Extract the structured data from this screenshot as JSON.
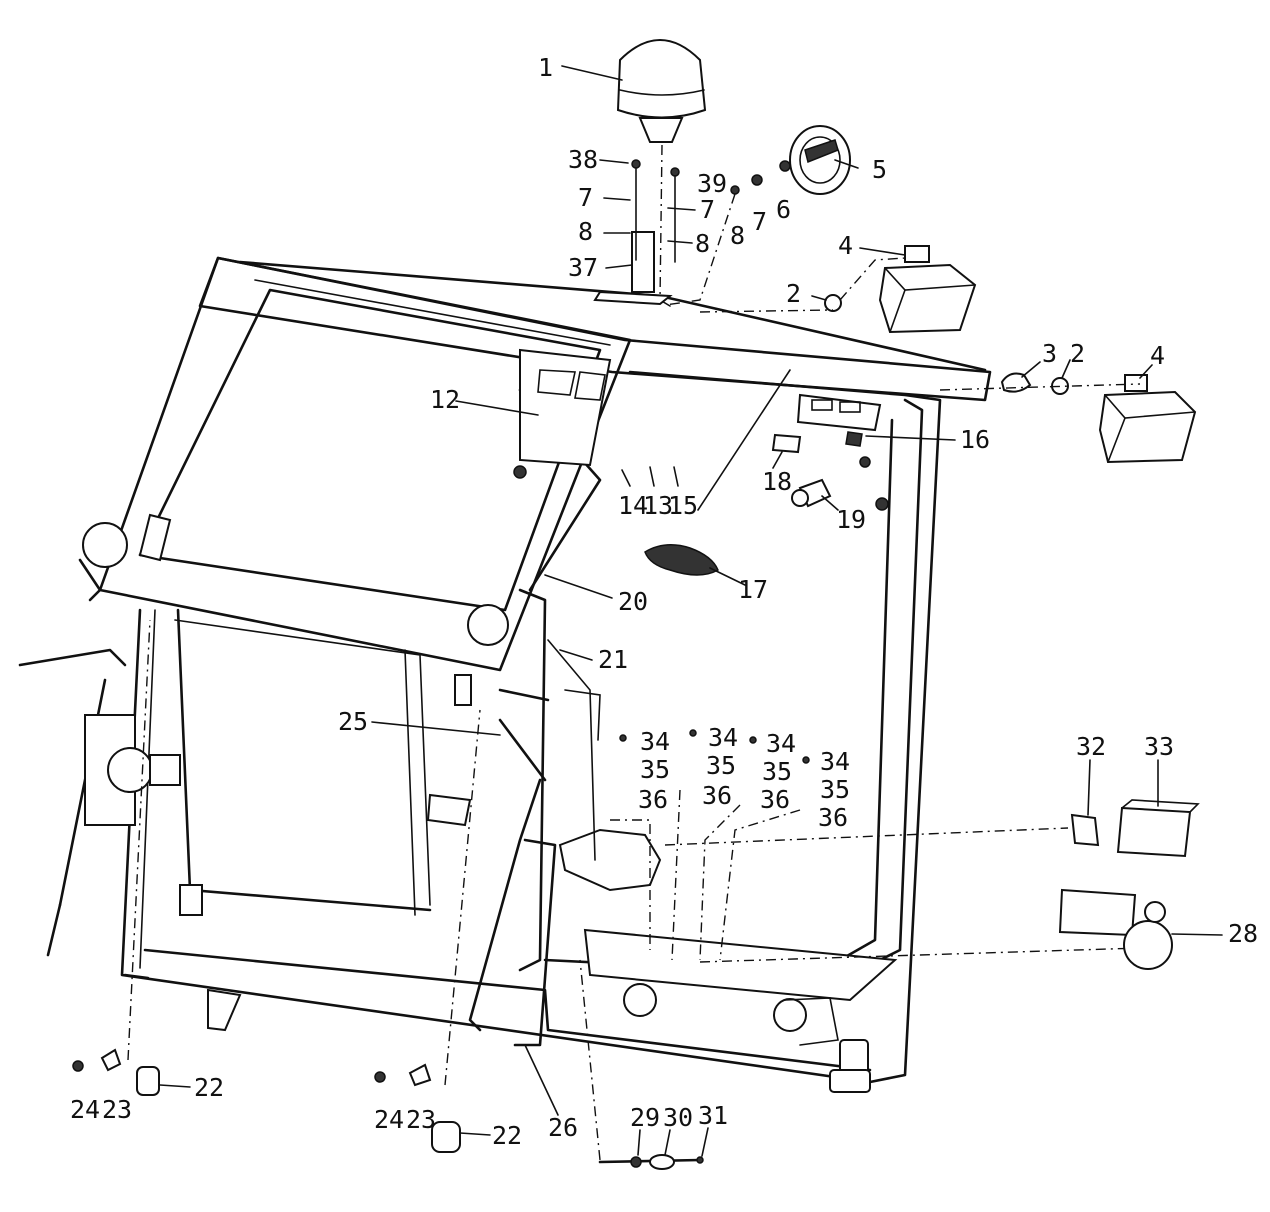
{
  "diagram": {
    "callouts": [
      {
        "id": "c1",
        "text": "1"
      },
      {
        "id": "c38",
        "text": "38"
      },
      {
        "id": "c39",
        "text": "39"
      },
      {
        "id": "c7a",
        "text": "7"
      },
      {
        "id": "c7b",
        "text": "7"
      },
      {
        "id": "c7c",
        "text": "7"
      },
      {
        "id": "c8a",
        "text": "8"
      },
      {
        "id": "c8b",
        "text": "8"
      },
      {
        "id": "c8c",
        "text": "8"
      },
      {
        "id": "c6",
        "text": "6"
      },
      {
        "id": "c5",
        "text": "5"
      },
      {
        "id": "c37",
        "text": "37"
      },
      {
        "id": "c4a",
        "text": "4"
      },
      {
        "id": "c4b",
        "text": "4"
      },
      {
        "id": "c2a",
        "text": "2"
      },
      {
        "id": "c2b",
        "text": "2"
      },
      {
        "id": "c3",
        "text": "3"
      },
      {
        "id": "c12",
        "text": "12"
      },
      {
        "id": "c16",
        "text": "16"
      },
      {
        "id": "c18",
        "text": "18"
      },
      {
        "id": "c14",
        "text": "14"
      },
      {
        "id": "c13",
        "text": "13"
      },
      {
        "id": "c15",
        "text": "15"
      },
      {
        "id": "c19",
        "text": "19"
      },
      {
        "id": "c17",
        "text": "17"
      },
      {
        "id": "c20",
        "text": "20"
      },
      {
        "id": "c21",
        "text": "21"
      },
      {
        "id": "c25",
        "text": "25"
      },
      {
        "id": "c34a",
        "text": "34"
      },
      {
        "id": "c34b",
        "text": "34"
      },
      {
        "id": "c34c",
        "text": "34"
      },
      {
        "id": "c34d",
        "text": "34"
      },
      {
        "id": "c35a",
        "text": "35"
      },
      {
        "id": "c35b",
        "text": "35"
      },
      {
        "id": "c35c",
        "text": "35"
      },
      {
        "id": "c35d",
        "text": "35"
      },
      {
        "id": "c36a",
        "text": "36"
      },
      {
        "id": "c36b",
        "text": "36"
      },
      {
        "id": "c36c",
        "text": "36"
      },
      {
        "id": "c36d",
        "text": "36"
      },
      {
        "id": "c32",
        "text": "32"
      },
      {
        "id": "c33",
        "text": "33"
      },
      {
        "id": "c28",
        "text": "28"
      },
      {
        "id": "c24a",
        "text": "24"
      },
      {
        "id": "c23a",
        "text": "23"
      },
      {
        "id": "c22a",
        "text": "22"
      },
      {
        "id": "c24b",
        "text": "24"
      },
      {
        "id": "c23b",
        "text": "23"
      },
      {
        "id": "c22b",
        "text": "22"
      },
      {
        "id": "c26",
        "text": "26"
      },
      {
        "id": "c29",
        "text": "29"
      },
      {
        "id": "c30",
        "text": "30"
      },
      {
        "id": "c31",
        "text": "31"
      }
    ]
  }
}
